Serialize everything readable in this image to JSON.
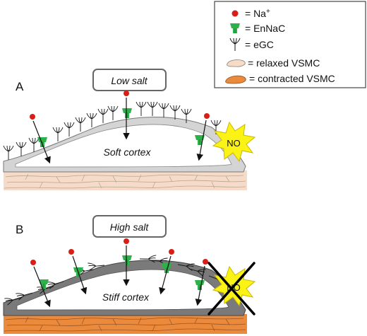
{
  "legend": {
    "items": [
      {
        "symbol": "sodium-dot",
        "label": "= Na",
        "sup": "+"
      },
      {
        "symbol": "ennac-channel",
        "label": "= EnNaC"
      },
      {
        "symbol": "egc-strand",
        "label": "= eGC"
      },
      {
        "symbol": "relaxed-vsmc",
        "label": "= relaxed VSMC"
      },
      {
        "symbol": "contracted-vsmc",
        "label": "= contracted VSMC"
      }
    ]
  },
  "panel_a": {
    "letter": "A",
    "condition": "Low salt",
    "cortex": "Soft cortex",
    "no_label": "NO"
  },
  "panel_b": {
    "letter": "B",
    "condition": "High salt",
    "cortex": "Stiff cortex",
    "no_label": "NO"
  },
  "colors": {
    "sodium": "#d91e18",
    "ennac": "#2db24a",
    "relaxed_vsmc": "#f6dcc8",
    "contracted_vsmc": "#ec8a3c",
    "soft_cortex": "#d4d4d4",
    "stiff_cortex": "#7a7a7a",
    "no_burst": "#fbf216"
  }
}
